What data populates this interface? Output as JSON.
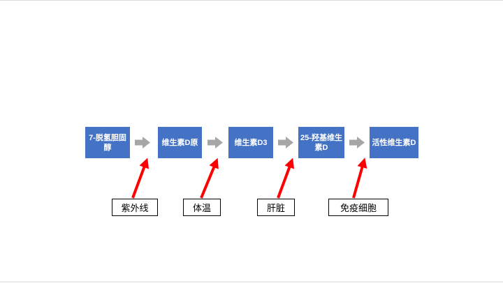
{
  "colors": {
    "stage_box": "#4472C4",
    "stage_text": "#FFFFFF",
    "connector_arrow": "#A6A6A6",
    "factor_arrow": "#FF0000",
    "factor_label_border": "#000000",
    "background": "#FFFFFF"
  },
  "diagram": {
    "stages": [
      {
        "label": "7-脱氢胆固醇"
      },
      {
        "label": "维生素D原"
      },
      {
        "label": "维生素D3"
      },
      {
        "label": "25-羟基维生素D"
      },
      {
        "label": "活性维生素D"
      }
    ],
    "factors": [
      {
        "label": "紫外线"
      },
      {
        "label": "体温"
      },
      {
        "label": "肝脏"
      },
      {
        "label": "免疫细胞"
      }
    ]
  }
}
